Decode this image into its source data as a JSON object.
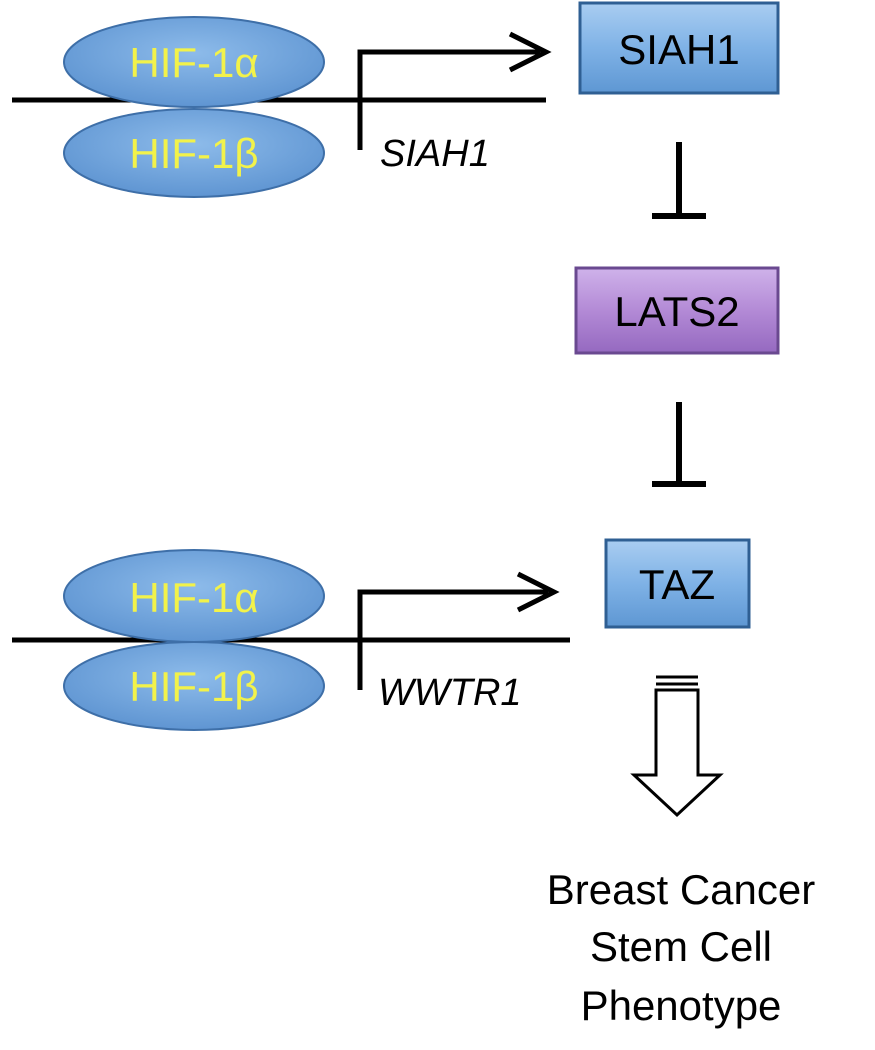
{
  "colors": {
    "hif_fill": "#6fa4dc",
    "hif_text": "#f2f24a",
    "blue_box": "#7fb2e6",
    "purple_box": "#b38ad6",
    "line": "#000000"
  },
  "top_complex": {
    "alpha_label": "HIF-1α",
    "beta_label": "HIF-1β",
    "gene_label": "SIAH1"
  },
  "bottom_complex": {
    "alpha_label": "HIF-1α",
    "beta_label": "HIF-1β",
    "gene_label": "WWTR1"
  },
  "nodes": {
    "siah1": "SIAH1",
    "lats2": "LATS2",
    "taz": "TAZ"
  },
  "outcome": {
    "line1": "Breast Cancer",
    "line2": "Stem Cell",
    "line3": "Phenotype"
  },
  "icons": {
    "activation": "arrow-icon",
    "inhibition": "t-bar-inhibition-icon",
    "outcome": "hollow-down-arrow-icon"
  }
}
